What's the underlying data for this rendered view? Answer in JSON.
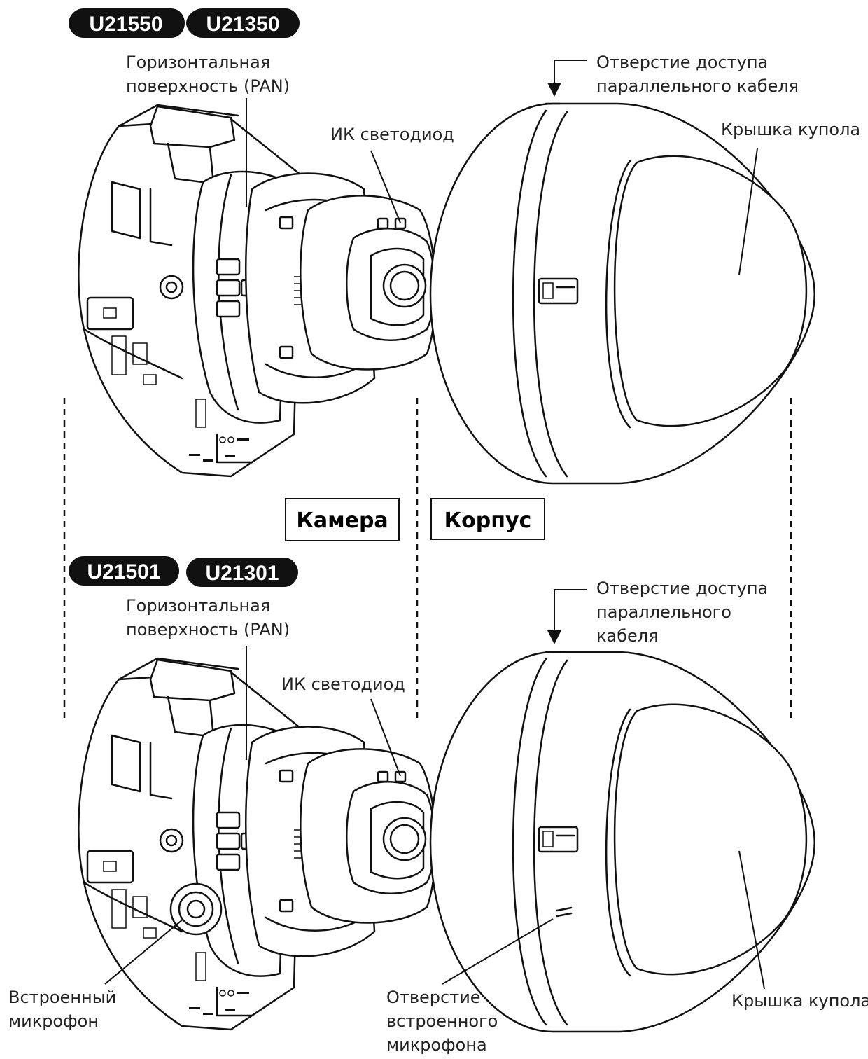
{
  "top": {
    "badges": [
      "U21550",
      "U21350"
    ],
    "pan_label": [
      "Горизонтальная",
      "поверхность (PAN)"
    ],
    "ir_label": "ИК светодиод",
    "cable_label": [
      "Отверстие доступа",
      "параллельного кабеля"
    ],
    "dome_label": "Крышка купола"
  },
  "middle": {
    "camera_label": "Камера",
    "housing_label": "Корпус"
  },
  "bottom": {
    "badges": [
      "U21501",
      "U21301"
    ],
    "pan_label": [
      "Горизонтальная",
      "поверхность (PAN)"
    ],
    "ir_label": "ИК светодиод",
    "cable_label": [
      "Отверстие доступа",
      "параллельного",
      "кабеля"
    ],
    "mic_label": [
      "Встроенный",
      "микрофон"
    ],
    "mic_hole_label": [
      "Отверстие",
      "встроенного",
      "микрофона"
    ],
    "dome_label": "Крышка купола"
  }
}
